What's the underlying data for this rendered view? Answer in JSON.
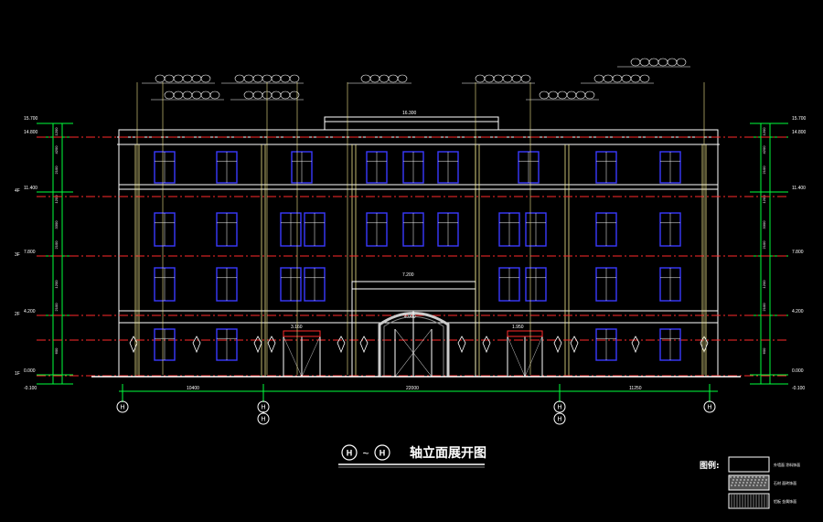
{
  "drawing": {
    "title": "轴立面展开图",
    "title_axis_from": "H",
    "title_axis_to": "H",
    "title_tilde": "~"
  },
  "axes": [
    {
      "label": "H"
    },
    {
      "label": "H"
    },
    {
      "label": "H"
    },
    {
      "label": "H"
    }
  ],
  "axes_lower": [
    {
      "label": "H"
    },
    {
      "label": "H"
    }
  ],
  "dimensions": {
    "spans": [
      "10400",
      "22000",
      "11250"
    ],
    "roof_center": "16.300",
    "entrance_width": "7.200",
    "left_door": "3.160",
    "right_door": "1.950",
    "arch": "4.000",
    "left_levels": [
      "15.700",
      "14.800",
      "11.400",
      "7.800",
      "4.200",
      "0.000",
      "-0.100"
    ],
    "right_levels": [
      "15.700",
      "14.800",
      "11.400",
      "7.800",
      "4.200",
      "0.000",
      "-0.100"
    ],
    "floor_marks": [
      "4F",
      "3F",
      "2F",
      "1F"
    ],
    "left_segments": [
      "1200",
      "4200",
      "2100",
      "1200",
      "3300",
      "2100",
      "1200",
      "2100",
      "600"
    ],
    "right_segments": [
      "1200",
      "4200",
      "2100",
      "1200",
      "3300",
      "2100",
      "1200",
      "2100",
      "600"
    ]
  },
  "legend": {
    "title": "图例:",
    "items": [
      {
        "label": "外墙面 涂料饰面"
      },
      {
        "label": "石材 面砖饰面"
      },
      {
        "label": "铝板 金属饰面"
      }
    ]
  },
  "colors": {
    "background": "#000000",
    "facade": "#ffffff",
    "windows": "#3a3aff",
    "dimension": "#00ff3c",
    "floorline": "#ff2a2a",
    "tag": "#ffff66",
    "column": "#f0e68c"
  }
}
